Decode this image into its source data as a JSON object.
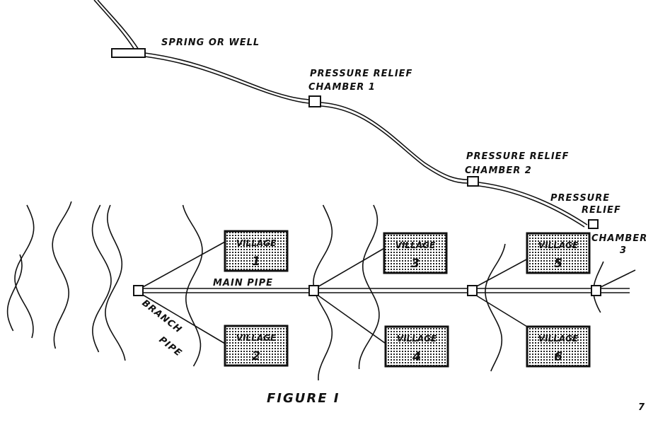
{
  "labels": {
    "spring": "SPRING OR WELL",
    "chamber1_top": "PRESSURE RELIEF",
    "chamber1_bottom": "CHAMBER 1",
    "chamber2_top": "PRESSURE RELIEF",
    "chamber2_bottom": "CHAMBER 2",
    "chamber3_line1": "PRESSURE",
    "chamber3_line2": "RELIEF",
    "chamber3_line3": "CHAMBER",
    "chamber3_line4": "3",
    "main_pipe": "MAIN PIPE",
    "branch_line1": "BRANCH",
    "branch_line2": "PIPE",
    "figure_caption": "FIGURE I",
    "corner_mark": "7"
  },
  "villages": [
    {
      "label": "VILLAGE",
      "number": "1"
    },
    {
      "label": "VILLAGE",
      "number": "2"
    },
    {
      "label": "VILLAGE",
      "number": "3"
    },
    {
      "label": "VILLAGE",
      "number": "4"
    },
    {
      "label": "VILLAGE",
      "number": "5"
    },
    {
      "label": "VILLAGE",
      "number": "6"
    }
  ],
  "colors": {
    "ink": "#111111",
    "paper": "#ffffff"
  }
}
